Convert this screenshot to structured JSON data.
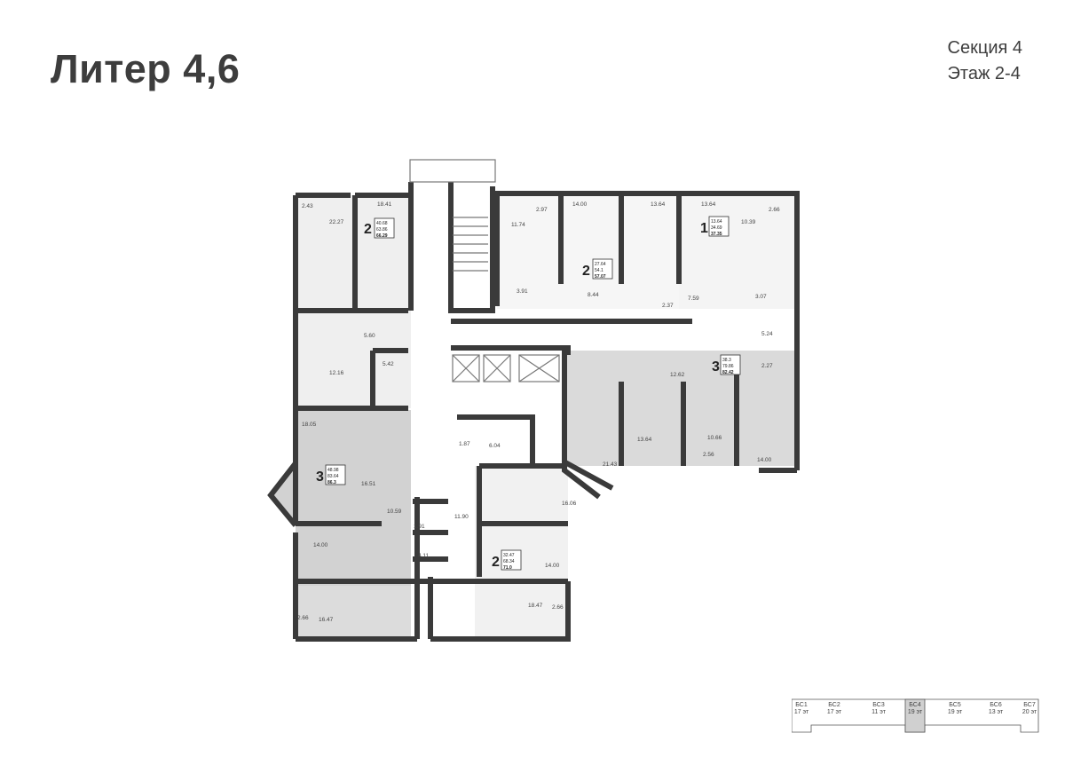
{
  "header": {
    "title": "Литер 4,6",
    "section_label": "Секция 4",
    "floor_label": "Этаж 2-4"
  },
  "apartments": [
    {
      "id": "apt-top-left",
      "rooms": "2",
      "living": "40.68",
      "total": "63.86",
      "area": "66.29"
    },
    {
      "id": "apt-top-mid",
      "rooms": "2",
      "living": "27.64",
      "total": "54.1",
      "area": "57.07"
    },
    {
      "id": "apt-top-right",
      "rooms": "1",
      "living": "13.64",
      "total": "34.69",
      "area": "37.35"
    },
    {
      "id": "apt-right",
      "rooms": "3",
      "living": "38.3",
      "total": "79.86",
      "area": "82.42"
    },
    {
      "id": "apt-left",
      "rooms": "3",
      "living": "48.98",
      "total": "83.64",
      "area": "86.3"
    },
    {
      "id": "apt-bottom",
      "rooms": "2",
      "living": "32.47",
      "total": "68.34",
      "area": "71.0"
    }
  ],
  "room_areas": [
    {
      "v": "2.43"
    },
    {
      "v": "22.27"
    },
    {
      "v": "18.41"
    },
    {
      "v": "2.97"
    },
    {
      "v": "11.74"
    },
    {
      "v": "14.00"
    },
    {
      "v": "13.64"
    },
    {
      "v": "13.64"
    },
    {
      "v": "10.39"
    },
    {
      "v": "2.66"
    },
    {
      "v": "3.91"
    },
    {
      "v": "8.44"
    },
    {
      "v": "2.37"
    },
    {
      "v": "7.59"
    },
    {
      "v": "3.07"
    },
    {
      "v": "5.60"
    },
    {
      "v": "5.42"
    },
    {
      "v": "12.16"
    },
    {
      "v": "5.24"
    },
    {
      "v": "2.27"
    },
    {
      "v": "12.62"
    },
    {
      "v": "18.05"
    },
    {
      "v": "1.87"
    },
    {
      "v": "6.04"
    },
    {
      "v": "13.64"
    },
    {
      "v": "10.66"
    },
    {
      "v": "2.56"
    },
    {
      "v": "14.00"
    },
    {
      "v": "21.43"
    },
    {
      "v": "16.51"
    },
    {
      "v": "16.06"
    },
    {
      "v": "10.59"
    },
    {
      "v": "11.90"
    },
    {
      "v": "1.91"
    },
    {
      "v": "14.00"
    },
    {
      "v": "4.11"
    },
    {
      "v": "14.00"
    },
    {
      "v": "2.66"
    },
    {
      "v": "16.47"
    },
    {
      "v": "18.47"
    },
    {
      "v": "2.66"
    }
  ],
  "sections_nav": [
    {
      "name": "БС1",
      "floors": "17 эт",
      "active": false
    },
    {
      "name": "БС2",
      "floors": "17 эт",
      "active": false
    },
    {
      "name": "БС3",
      "floors": "11 эт",
      "active": false
    },
    {
      "name": "БС4",
      "floors": "19 эт",
      "active": true
    },
    {
      "name": "БС5",
      "floors": "19 эт",
      "active": false
    },
    {
      "name": "БС6",
      "floors": "13 эт",
      "active": false
    },
    {
      "name": "БС7",
      "floors": "20 эт",
      "active": false
    }
  ],
  "colors": {
    "wall": "#3a3a3a",
    "shade_dark": "#c9c9c9",
    "shade_mid": "#dcdcdc",
    "shade_light": "#ececec",
    "active_nav": "#cfcfcf"
  }
}
